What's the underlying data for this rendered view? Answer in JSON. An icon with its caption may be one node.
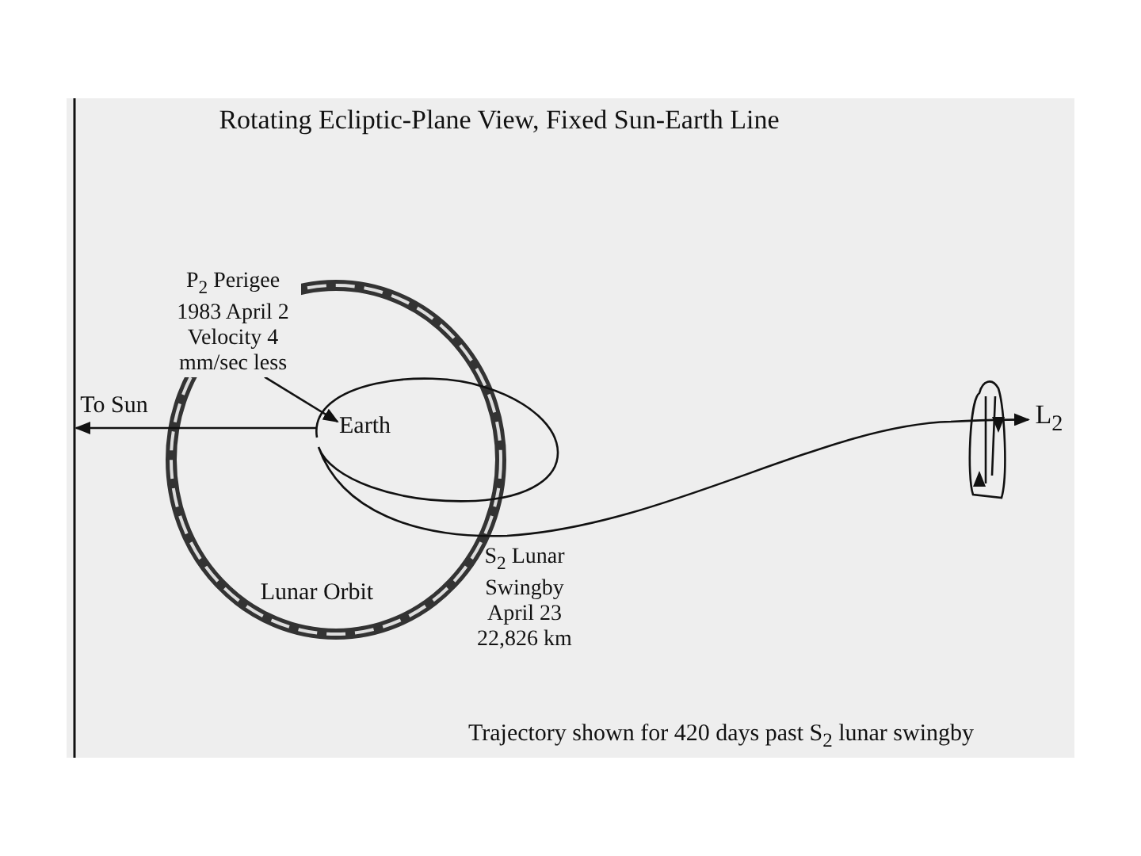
{
  "diagram": {
    "title": "Rotating Ecliptic-Plane View, Fixed Sun-Earth Line",
    "nodes": [
      {
        "text": [
          "Earth"
        ]
      },
      {
        "text": [
          "L$_{2}$"
        ]
      },
      {
        "text": [
          "P$_{2}$ Perigee 1983 April 2 Velocity 4 mm/sec less"
        ]
      }
    ],
    "edges": [
      {
        "from": 0,
        "to": null,
        "arrow": "to",
        "label": "To Sun"
      },
      {
        "from": 0,
        "to": 1,
        "arrow": "to"
      },
      {
        "from": 2,
        "to": 0,
        "arrow": "to"
      }
    ],
    "labels": [
      "Lunar Orbit",
      "S$_{2}$ Lunar Swingby April 23 22,826 km",
      "Trajectory shown for 420 days past S$_{2}$ lunar swingby"
    ]
  }
}
